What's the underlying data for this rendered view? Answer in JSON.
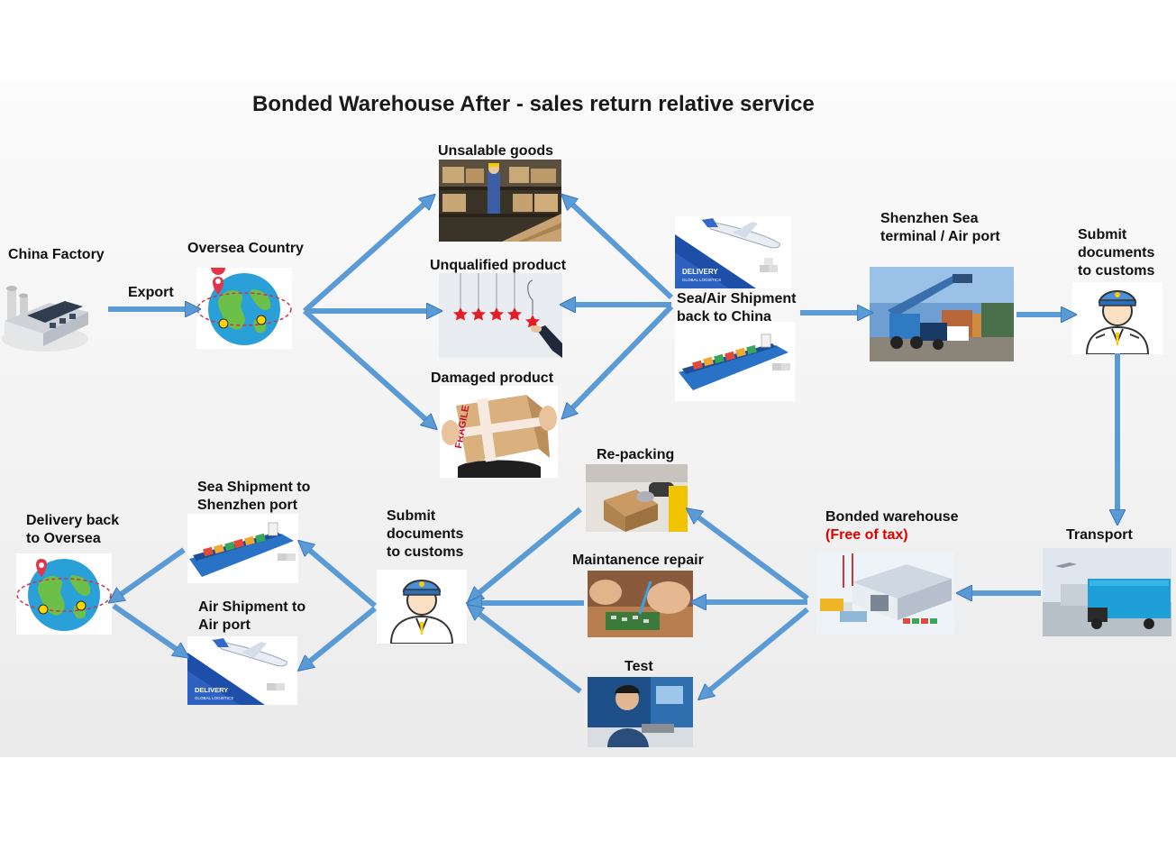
{
  "title": "Bonded Warehouse After - sales return relative service",
  "labels": {
    "china_factory": "China Factory",
    "export": "Export",
    "oversea_country": "Oversea Country",
    "unsalable_goods": "Unsalable goods",
    "unqualified_product": "Unqualified product",
    "damaged_product": "Damaged product",
    "sea_air_shipment_line1": "Sea/Air Shipment",
    "sea_air_shipment_line2": "back to China",
    "shenzhen_terminal_line1": "Shenzhen Sea",
    "shenzhen_terminal_line2": "terminal / Air port",
    "submit_docs_top_line1": "Submit",
    "submit_docs_top_line2": "documents",
    "submit_docs_top_line3": "to customs",
    "transport": "Transport",
    "bonded_warehouse": "Bonded warehouse",
    "free_of_tax": "(Free of tax)",
    "re_packing": "Re-packing",
    "maintenance_repair": "Maintanence repair",
    "test": "Test",
    "submit_docs_bottom_line1": "Submit",
    "submit_docs_bottom_line2": "documents",
    "submit_docs_bottom_line3": "to customs",
    "sea_shipment_shenzhen_line1": "Sea Shipment to",
    "sea_shipment_shenzhen_line2": "Shenzhen port",
    "air_shipment_line1": "Air Shipment to",
    "air_shipment_line2": "Air  port",
    "delivery_back_line1": "Delivery back",
    "delivery_back_line2": "to Oversea"
  },
  "image_texts": {
    "delivery_brand": "DELIVERY",
    "delivery_sub": "GLOBAL LOGISTICS",
    "fragile": "FRAGILE"
  },
  "colors": {
    "arrow_fill": "#5b9bd5",
    "arrow_stroke": "#3a78c2",
    "highlight_red": "#e00000",
    "title_text": "#1a1a1a"
  }
}
